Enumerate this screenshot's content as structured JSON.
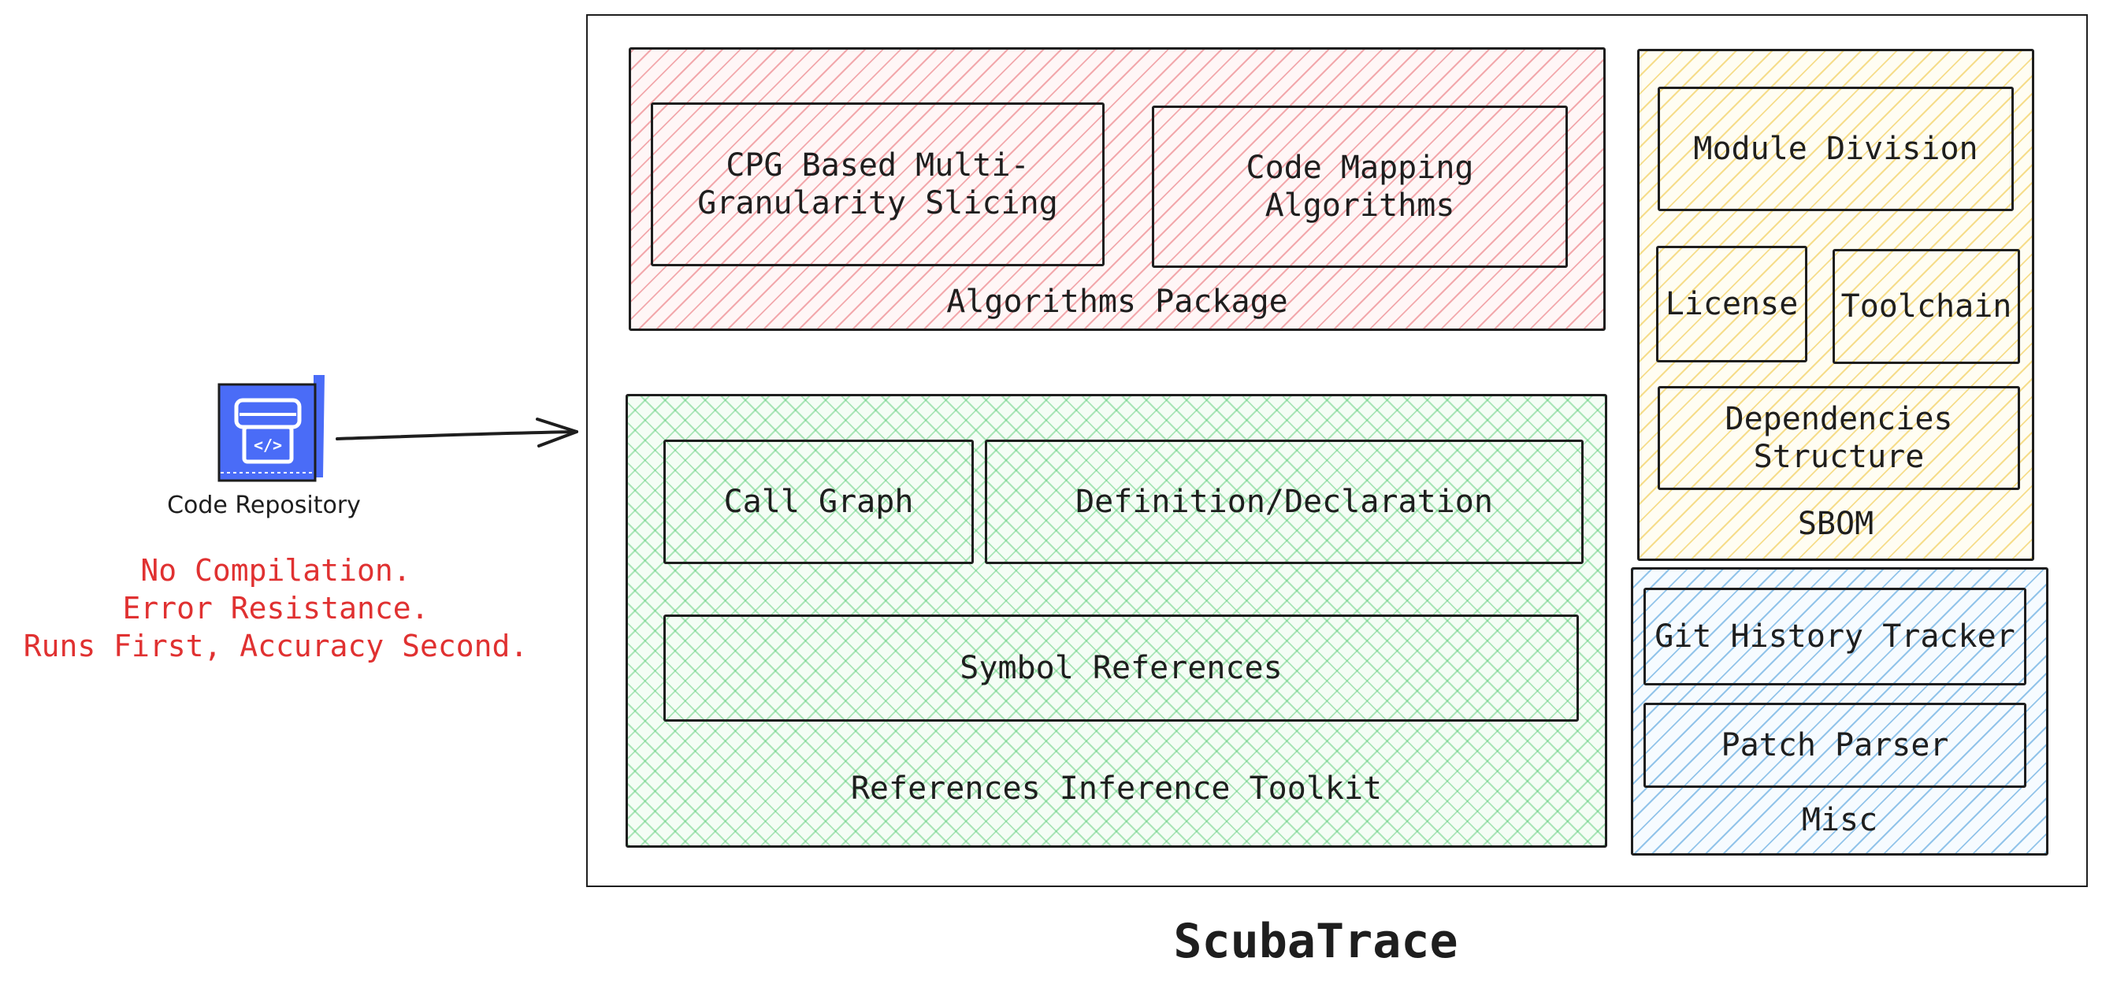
{
  "title": "ScubaTrace",
  "input": {
    "icon": "code-repository-icon",
    "label": "Code Repository",
    "notes": [
      "No Compilation.",
      "Error Resistance.",
      "Runs First, Accuracy Second."
    ]
  },
  "algorithms": {
    "label": "Algorithms Package",
    "items": [
      "CPG Based Multi-\nGranularity Slicing",
      "Code Mapping\nAlgorithms"
    ]
  },
  "references": {
    "label": "References Inference Toolkit",
    "items": [
      "Call Graph",
      "Definition/Declaration",
      "Symbol References"
    ]
  },
  "sbom": {
    "label": "SBOM",
    "items": [
      "Module Division",
      "License",
      "Toolchain",
      "Dependencies\nStructure"
    ]
  },
  "misc": {
    "label": "Misc",
    "items": [
      "Git History Tracker",
      "Patch Parser"
    ]
  },
  "colors": {
    "ink": "#1e1e1e",
    "note": "#e03131",
    "icon": "#4a6cf7",
    "algorithms": "#e86970",
    "references": "#50c86e",
    "sbom": "#f0c846",
    "misc": "#50a0dc"
  }
}
